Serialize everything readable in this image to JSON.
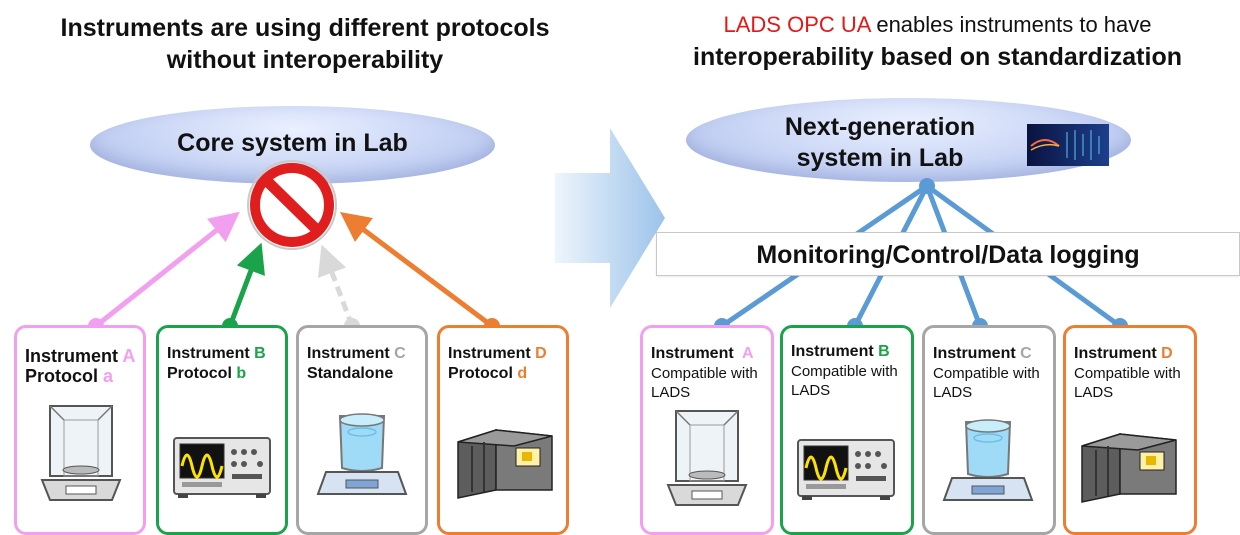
{
  "left": {
    "heading_line1": "Instruments are using different protocols",
    "heading_line2": "without interoperability",
    "core_system": "Core system in Lab",
    "instruments": [
      {
        "name_prefix": "Instrument ",
        "letter": "A",
        "proto_prefix": "Protocol ",
        "proto_letter": "a",
        "color": "#f29ff0"
      },
      {
        "name_prefix": "Instrument ",
        "letter": "B",
        "proto_prefix": "Protocol ",
        "proto_letter": "b",
        "color": "#1aa34a"
      },
      {
        "name_prefix": "Instrument ",
        "letter": "C",
        "proto_prefix": "Standalone",
        "proto_letter": "",
        "color": "#a6a6a6"
      },
      {
        "name_prefix": "Instrument ",
        "letter": "D",
        "proto_prefix": "Protocol ",
        "proto_letter": "d",
        "color": "#ed7d31"
      }
    ]
  },
  "right": {
    "heading_red": "LADS OPC UA",
    "heading_rest": " enables instruments to have",
    "heading_line2": "interoperability based on standardization",
    "system_line1": "Next-generation",
    "system_line2": "system in Lab",
    "banner": "Monitoring/Control/Data logging",
    "instruments": [
      {
        "name_prefix": "Instrument  ",
        "letter": "A",
        "compat": "Compatible with LADS",
        "color": "#f29ff0"
      },
      {
        "name_prefix": "Instrument ",
        "letter": "B",
        "compat": "Compatible with LADS",
        "color": "#1aa34a"
      },
      {
        "name_prefix": "Instrument ",
        "letter": "C",
        "compat": "Compatible with LADS",
        "color": "#a6a6a6"
      },
      {
        "name_prefix": "Instrument ",
        "letter": "D",
        "compat": "Compatible with LADS",
        "color": "#ed7d31"
      }
    ]
  },
  "colors": {
    "connector_blue": "#5b9bd5",
    "prohibited_red": "#e01e1e",
    "heading_red": "#e31818",
    "ellipse_blue": "#c8d4f5",
    "transition_arrow": "#b7d3f0"
  },
  "icons": {
    "prohibited": "prohibited-icon",
    "transition": "big-right-arrow-icon",
    "ai_thumbnail": "ai-circuit-thumbnail-icon",
    "balance": "analytical-balance-icon",
    "oscilloscope": "oscilloscope-icon",
    "stirrer": "magnetic-stirrer-beaker-icon",
    "analyzer": "benchtop-analyzer-icon"
  }
}
